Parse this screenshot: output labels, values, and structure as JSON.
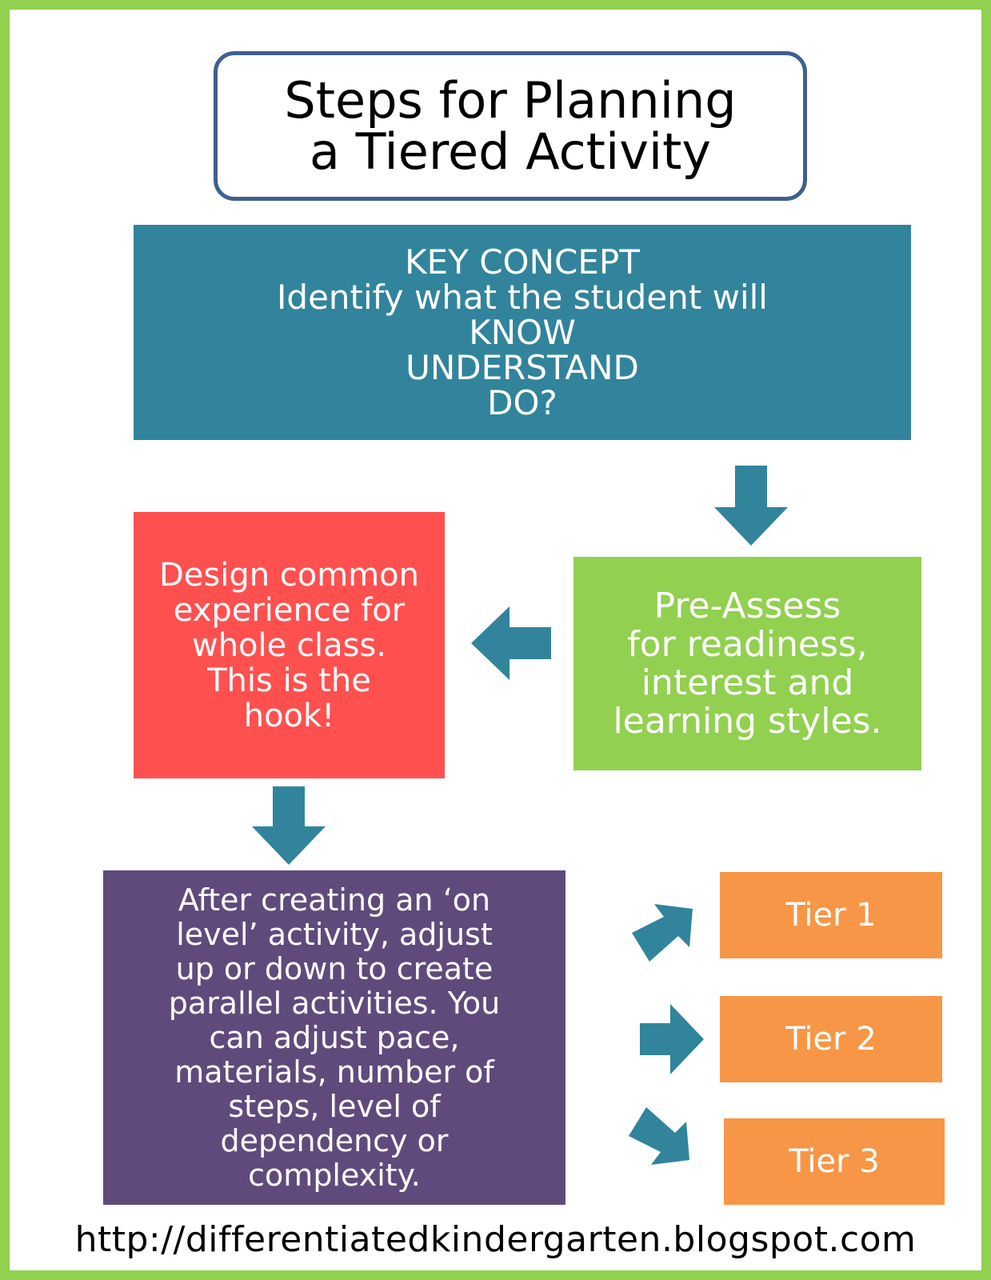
{
  "title": "Steps for Planning\na Tiered Activity",
  "key_concept": "KEY CONCEPT\nIdentify what the student will\nKNOW\nUNDERSTAND\nDO?",
  "pre_assess": "Pre-Assess\nfor readiness,\ninterest and\nlearning styles.",
  "common_experience": "Design common\nexperience for\nwhole class.\nThis is the\nhook!",
  "adjust": "After creating an ‘on\nlevel’ activity, adjust\nup or down to create\nparallel activities.  You\ncan adjust pace,\nmaterials, number of\nsteps, level of\ndependency or\ncomplexity.",
  "tiers": [
    "Tier 1",
    "Tier 2",
    "Tier 3"
  ],
  "url": "http://differentiatedkindergarten.blogspot.com",
  "colors": {
    "border": "#92d050",
    "title_border": "#3e5f8f",
    "key_concept": "#31849b",
    "arrow": "#31849b",
    "common_experience": "#ff5050",
    "pre_assess": "#92d050",
    "adjust": "#604a7b",
    "tier": "#f79646"
  }
}
